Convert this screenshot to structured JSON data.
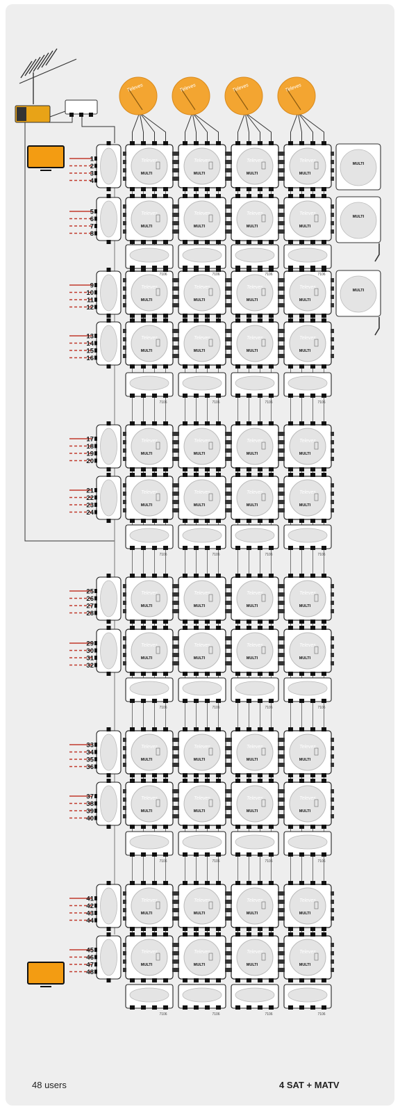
{
  "caption": {
    "users": "48 users",
    "title": "4 SAT + MATV"
  },
  "brand": "Televes",
  "product": "MULTI",
  "amplifier_code": "7106",
  "dishes": 4,
  "columns": 4,
  "user_numbers": [
    "1",
    "2",
    "3",
    "4",
    "5",
    "6",
    "7",
    "8",
    "9",
    "10",
    "11",
    "12",
    "13",
    "14",
    "15",
    "16",
    "17",
    "18",
    "19",
    "20",
    "21",
    "22",
    "23",
    "24",
    "25",
    "26",
    "27",
    "28",
    "29",
    "30",
    "31",
    "32",
    "33",
    "34",
    "35",
    "36",
    "37",
    "38",
    "39",
    "40",
    "41",
    "42",
    "43",
    "44",
    "45",
    "46",
    "47",
    "48"
  ],
  "colors": {
    "dish": "#f3a531",
    "tv": "#f39c12",
    "user_line": "#c0392b",
    "box_stroke": "#222222",
    "box_fill": "#ffffff",
    "disc_fill": "#e4e4e4",
    "background": "#eeeeee"
  }
}
